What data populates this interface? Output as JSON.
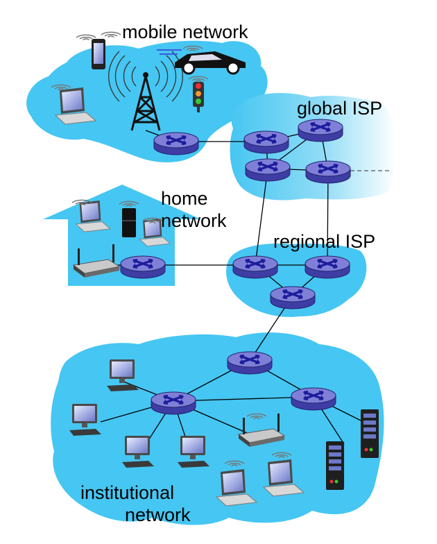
{
  "labels": {
    "mobile_network": "mobile network",
    "global_isp": "global ISP",
    "home_network_line1": "home",
    "home_network_line2": "network",
    "regional_isp": "regional ISP",
    "institutional_line1": "institutional",
    "institutional_line2": "network"
  },
  "colors": {
    "cloud": "#46c6f2",
    "router_top": "#7f7fd8",
    "router_side": "#3d3da4",
    "router_cross": "#1c1c9c",
    "link": "#000000"
  }
}
